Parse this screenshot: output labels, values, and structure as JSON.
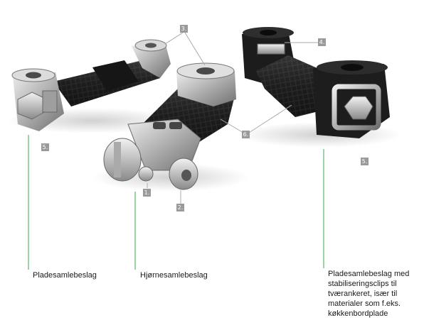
{
  "markers": {
    "m1": "1.",
    "m2": "2.",
    "m3": "3.",
    "m4": "4.",
    "m5_left": "5.",
    "m5_right": "5.",
    "m6": "6."
  },
  "captions": {
    "left": "Pladesamlebeslag",
    "middle": "Hjørnesamlebeslag",
    "right": [
      "Pladesamlebeslag med",
      "stabiliseringsclips til",
      "tværankeret, især til",
      "materialer som f.eks.",
      "køkkenbordplade"
    ]
  },
  "colors": {
    "leader_line": "#3aa64a",
    "marker_bg": "#9a9a9a",
    "rubber": "#1e1e1e",
    "metal": "#b8b8b8"
  }
}
